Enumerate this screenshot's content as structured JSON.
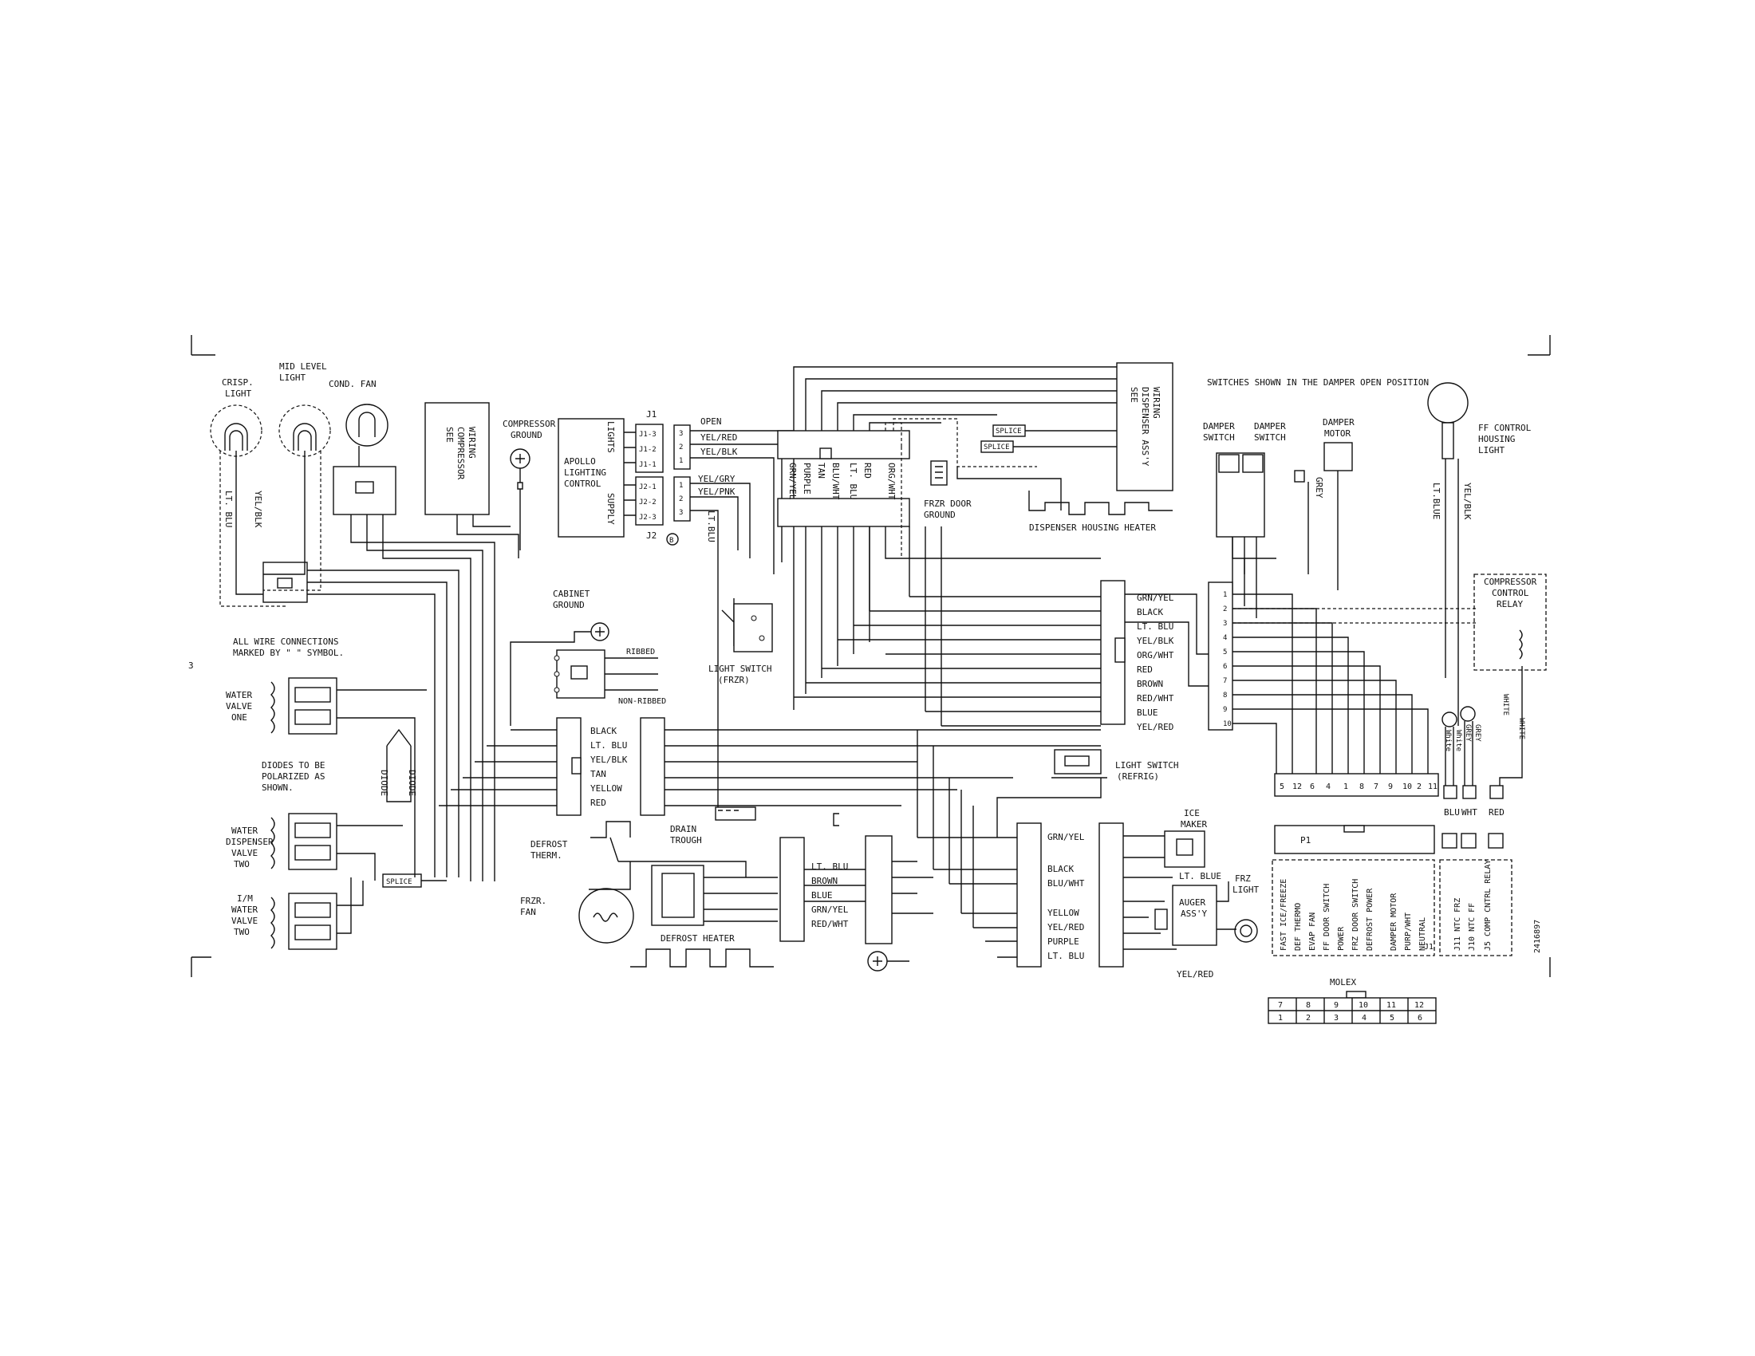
{
  "labels": {
    "crisp_light": [
      "CRISP.",
      "LIGHT"
    ],
    "mid_level_light": [
      "MID LEVEL",
      "LIGHT"
    ],
    "cond_fan": "COND. FAN",
    "see_compressor_wiring": [
      "SEE",
      "COMPRESSOR",
      "WIRING"
    ],
    "compressor_ground": [
      "COMPRESSOR",
      "GROUND"
    ],
    "lt_blu": "LT. BLU",
    "yel_blk": "YEL/BLK",
    "apollo_control": [
      "APOLLO",
      "LIGHTING",
      "CONTROL"
    ],
    "lights": "LIGHTS",
    "supply": "SUPPLY",
    "j1": "J1",
    "j2": "J2",
    "j1_pins": [
      "J1-3",
      "J1-2",
      "J1-1"
    ],
    "j2_pins": [
      "J2-1",
      "J2-2",
      "J2-3"
    ],
    "pin_numbers": [
      "3",
      "2",
      "1"
    ],
    "pin_numbers_b": [
      "1",
      "2",
      "3"
    ],
    "open": "OPEN",
    "yel_red": "YEL/RED",
    "yel_blk2": "YEL/BLK",
    "yel_gry": "YEL/GRY",
    "yel_pnk": "YEL/PNK",
    "lt_blu_v": "LT.BLU",
    "circle_b": "B",
    "top_wire_labels": [
      "GRN/YEL",
      "PURPLE",
      "TAN",
      "BLU/WHT",
      "LT. BLU",
      "RED",
      "ORG/WHT"
    ],
    "splice": "SPLICE",
    "frzr_door_ground": [
      "FRZR DOOR",
      "GROUND"
    ],
    "see_dispenser": [
      "SEE",
      "DISPENSER ASS'Y",
      "WIRING"
    ],
    "dispenser_housing_heater": "DISPENSER HOUSING HEATER",
    "switches_note": "SWITCHES SHOWN IN THE DAMPER OPEN POSITION",
    "damper_switch": [
      "DAMPER",
      "SWITCH"
    ],
    "damper_motor": [
      "DAMPER",
      "MOTOR"
    ],
    "grey": "GREY",
    "ff_control_light": [
      "FF CONTROL",
      "HOUSING",
      "LIGHT"
    ],
    "lt_blue_v": "LT.BLUE",
    "yel_blk_v": "YEL/BLK",
    "cabinet_ground": [
      "CABINET",
      "GROUND"
    ],
    "all_wire_note": [
      "ALL WIRE CONNECTIONS",
      "MARKED BY \"  \" SYMBOL."
    ],
    "ribbed": "RIBBED",
    "non_ribbed": "NON-RIBBED",
    "light_switch_frzr": [
      "LIGHT SWITCH",
      "(FRZR)"
    ],
    "mid_connector_labels": [
      "GRN/YEL",
      "BLACK",
      "LT. BLU",
      "YEL/BLK",
      "ORG/WHT",
      "RED",
      "BROWN",
      "RED/WHT",
      "BLUE",
      "YEL/RED"
    ],
    "water_valve_one": [
      "WATER",
      "VALVE",
      "ONE"
    ],
    "diodes_note": [
      "DIODES TO BE",
      "POLARIZED AS",
      "SHOWN."
    ],
    "diode": "DIODE",
    "left_connector_labels": [
      "BLACK",
      "LT. BLU",
      "YEL/BLK",
      "TAN",
      "YELLOW",
      "RED"
    ],
    "drain_trough": [
      "DRAIN",
      "TROUGH"
    ],
    "light_switch_refrig": [
      "LIGHT SWITCH",
      "(REFRIG)"
    ],
    "water_dispenser_valve": [
      "WATER",
      "DISPENSER",
      "VALVE",
      "TWO"
    ],
    "im_water_valve": [
      "I/M",
      "WATER",
      "VALVE",
      "TWO"
    ],
    "defrost_therm": [
      "DEFROST",
      "THERM."
    ],
    "frzr_fan": [
      "FRZR.",
      "FAN"
    ],
    "defrost_heater": "DEFROST HEATER",
    "defrost_connector_labels": [
      "LT. BLU",
      "BROWN",
      "BLUE",
      "GRN/YEL",
      "RED/WHT"
    ],
    "lower_connector_labels": [
      "GRN/YEL",
      "BLACK",
      "BLU/WHT",
      "YELLOW",
      "YEL/RED",
      "PURPLE",
      "LT. BLU"
    ],
    "ice_maker": [
      "ICE",
      "MAKER"
    ],
    "lt_blue": "LT. BLUE",
    "auger_assy": [
      "AUGER",
      "ASS'Y"
    ],
    "frz_light": [
      "FRZ",
      "LIGHT"
    ],
    "yel_red_b": "YEL/RED",
    "board_pins": [
      "1",
      "2",
      "3",
      "4",
      "5",
      "6",
      "7",
      "8",
      "9",
      "10"
    ],
    "compressor_relay": [
      "COMPRESSOR",
      "CONTROL",
      "RELAY"
    ],
    "white": "WHITE",
    "white_sm": "White",
    "grey_sm": "GREY",
    "p1_pin_order": [
      "5",
      "12",
      "6",
      "4",
      "1",
      "8",
      "7",
      "9",
      "10",
      "2",
      "11"
    ],
    "blu": "BLU",
    "wht": "WHT",
    "red": "RED",
    "p1": "P1",
    "j1_board": "J1",
    "p1_functions": [
      "FAST ICE/FREEZE",
      "DEF THERMO",
      "EVAP FAN",
      "FF DOOR SWITCH",
      "POWER",
      "FRZ DOOR SWITCH",
      "DEFROST POWER",
      "DAMPER MOTOR",
      "PURP/WHT",
      "NEUTRAL"
    ],
    "ntc_functions": [
      "J11 NTC FRZ",
      "J10 NTC FF",
      "J5 COMP CNTRL RELAY"
    ],
    "molex": "MOLEX",
    "molex_top": [
      "7",
      "8",
      "9",
      "10",
      "11",
      "12"
    ],
    "molex_bottom": [
      "1",
      "2",
      "3",
      "4",
      "5",
      "6"
    ],
    "part_number": "2416897",
    "edge_mark": "3"
  }
}
